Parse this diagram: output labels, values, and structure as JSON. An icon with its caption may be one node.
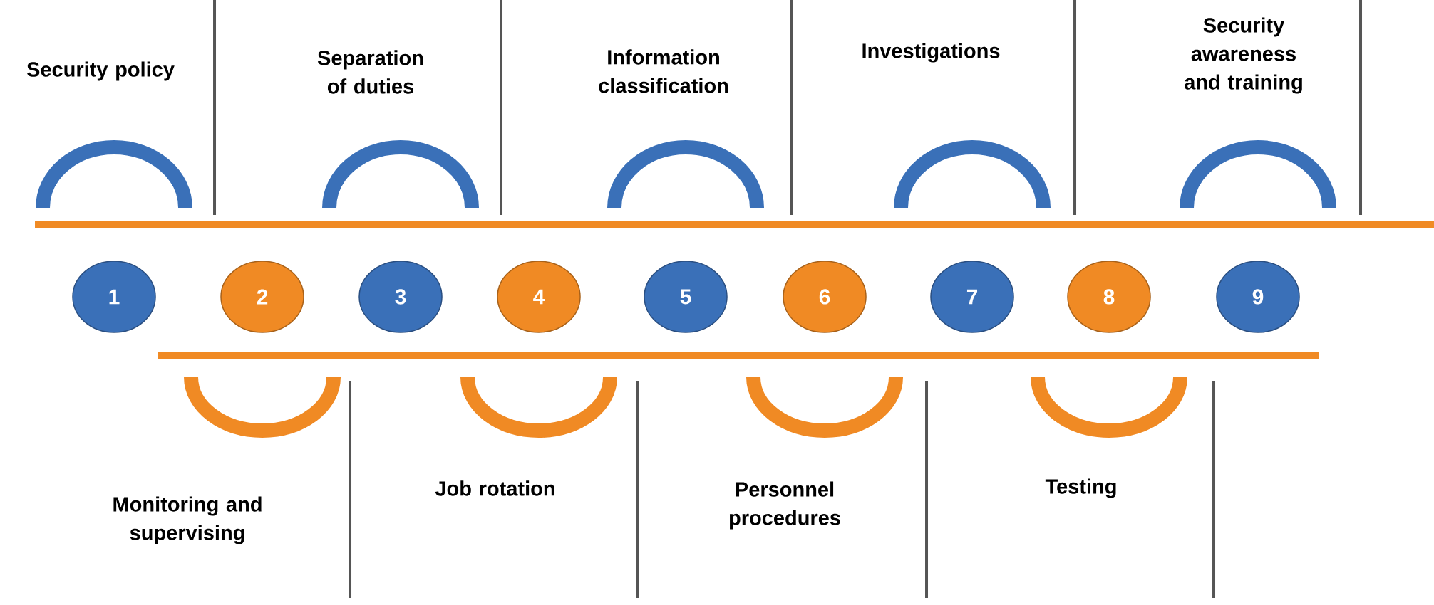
{
  "diagram": {
    "nodes": [
      {
        "text": [
          "1"
        ]
      },
      {
        "text": [
          "2"
        ]
      },
      {
        "text": [
          "3"
        ]
      },
      {
        "text": [
          "4"
        ]
      },
      {
        "text": [
          "5"
        ]
      },
      {
        "text": [
          "6"
        ]
      },
      {
        "text": [
          "7"
        ]
      },
      {
        "text": [
          "8"
        ]
      },
      {
        "text": [
          "9"
        ]
      }
    ],
    "labels": [
      "Security policy",
      "Separation of duties",
      "Information classification",
      "Investigations",
      "Security awareness and training",
      "Monitoring and supervising",
      "Job rotation",
      "Personnel procedures",
      "Testing"
    ]
  }
}
